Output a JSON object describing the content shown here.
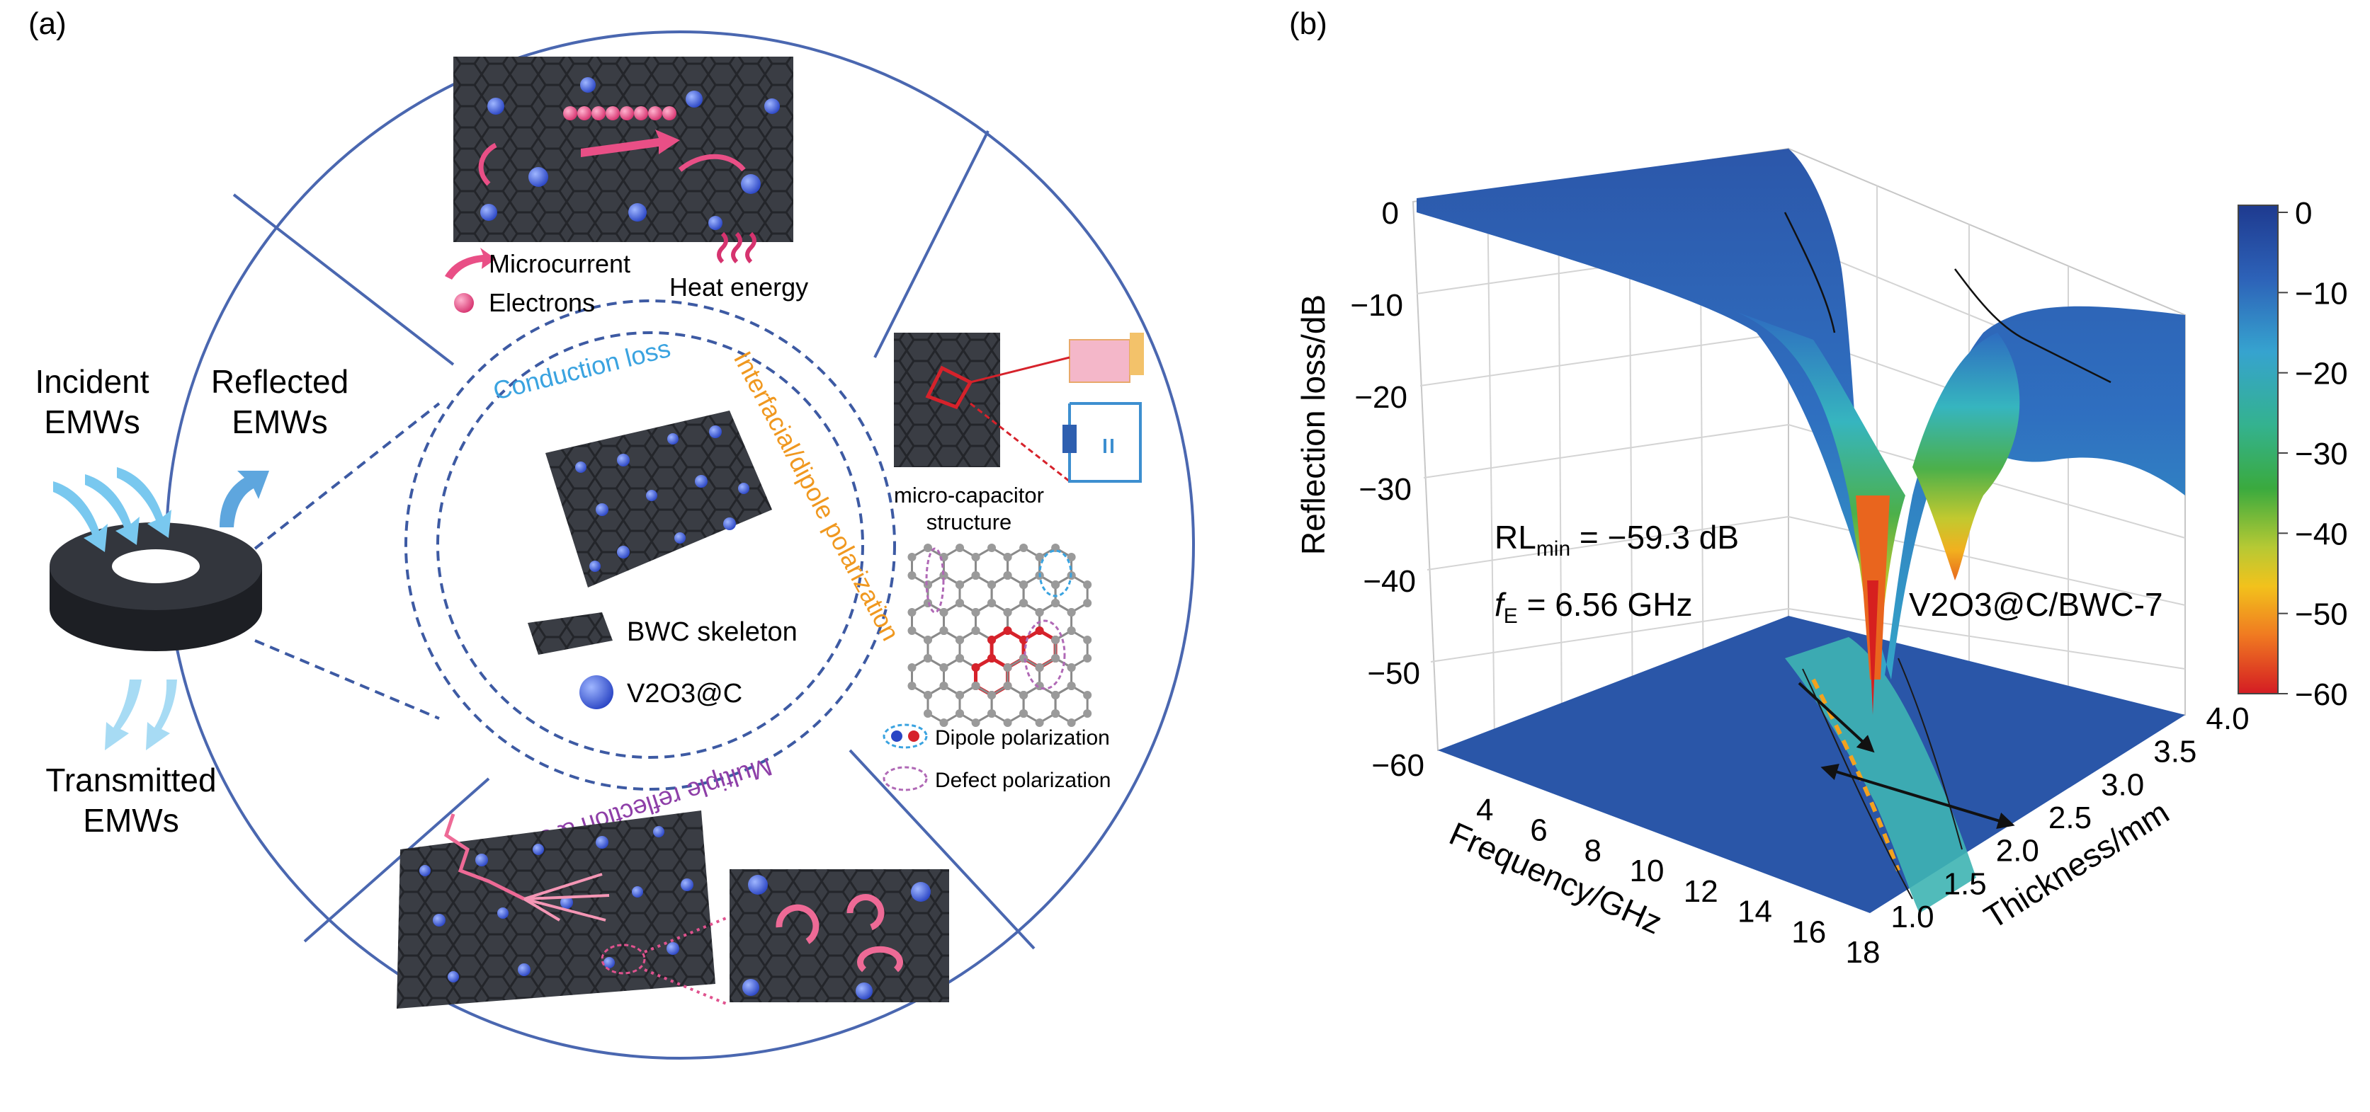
{
  "panel_a": {
    "panel_label": "(a)",
    "incident_line1": "Incident",
    "incident_line2": "EMWs",
    "reflected_line1": "Reflected",
    "reflected_line2": "EMWs",
    "transmitted_line1": "Transmitted",
    "transmitted_line2": "EMWs",
    "conduction_loss": "Conduction loss",
    "interfacial_polarization": "Interfacial/dipole polarization",
    "multiple_reflection": "Multiple reflection & scattering",
    "legend_microcurrent": "Microcurrent",
    "legend_electrons": "Electrons",
    "legend_heat": "Heat energy",
    "capacitor_line1": "micro-capacitor",
    "capacitor_line2": "structure",
    "bwc_skeleton": "BWC skeleton",
    "v2o3c_label": "V2O3@C",
    "dipole_polarization": "Dipole polarization",
    "defect_polarization": "Defect polarization"
  },
  "panel_b": {
    "panel_label": "(b)",
    "rl_min_prefix": "RL",
    "rl_min_sub": "min",
    "rl_min_value": " = −59.3 dB",
    "fe_prefix": "f",
    "fe_sub": "E",
    "fe_value": " = 6.56 GHz",
    "sample_name": "V2O3@C/BWC-7",
    "colorbar_ticks": [
      "0",
      "−10",
      "−20",
      "−30",
      "−40",
      "−50",
      "−60"
    ],
    "colors": {
      "deep_blue": "#1f3f9a",
      "mid_blue": "#2f6cc4",
      "cyan": "#35b9c8",
      "green": "#3cb24a",
      "yellow": "#f1c21f",
      "orange": "#f08a1f",
      "red": "#d61f26"
    }
  },
  "chart_data": {
    "type": "surface",
    "title": "",
    "xlabel": "Frequency/GHz",
    "ylabel": "Thickness/mm",
    "zlabel": "Reflection loss/dB",
    "x_ticks": [
      4,
      6,
      8,
      10,
      12,
      14,
      16,
      18
    ],
    "y_ticks": [
      "1.0",
      "1.5",
      "2.0",
      "2.5",
      "3.0",
      "3.5",
      "4.0"
    ],
    "z_ticks": [
      "0",
      "−10",
      "−20",
      "−30",
      "−40",
      "−50",
      "−60"
    ],
    "xlim": [
      2,
      18
    ],
    "ylim": [
      1.0,
      4.0
    ],
    "zlim": [
      -60,
      0
    ],
    "colorbar_range": [
      -60,
      0
    ],
    "annotations": {
      "rl_min_dB": -59.3,
      "f_E_GHz": 6.56,
      "sample": "V2O3@C/BWC-7"
    }
  }
}
